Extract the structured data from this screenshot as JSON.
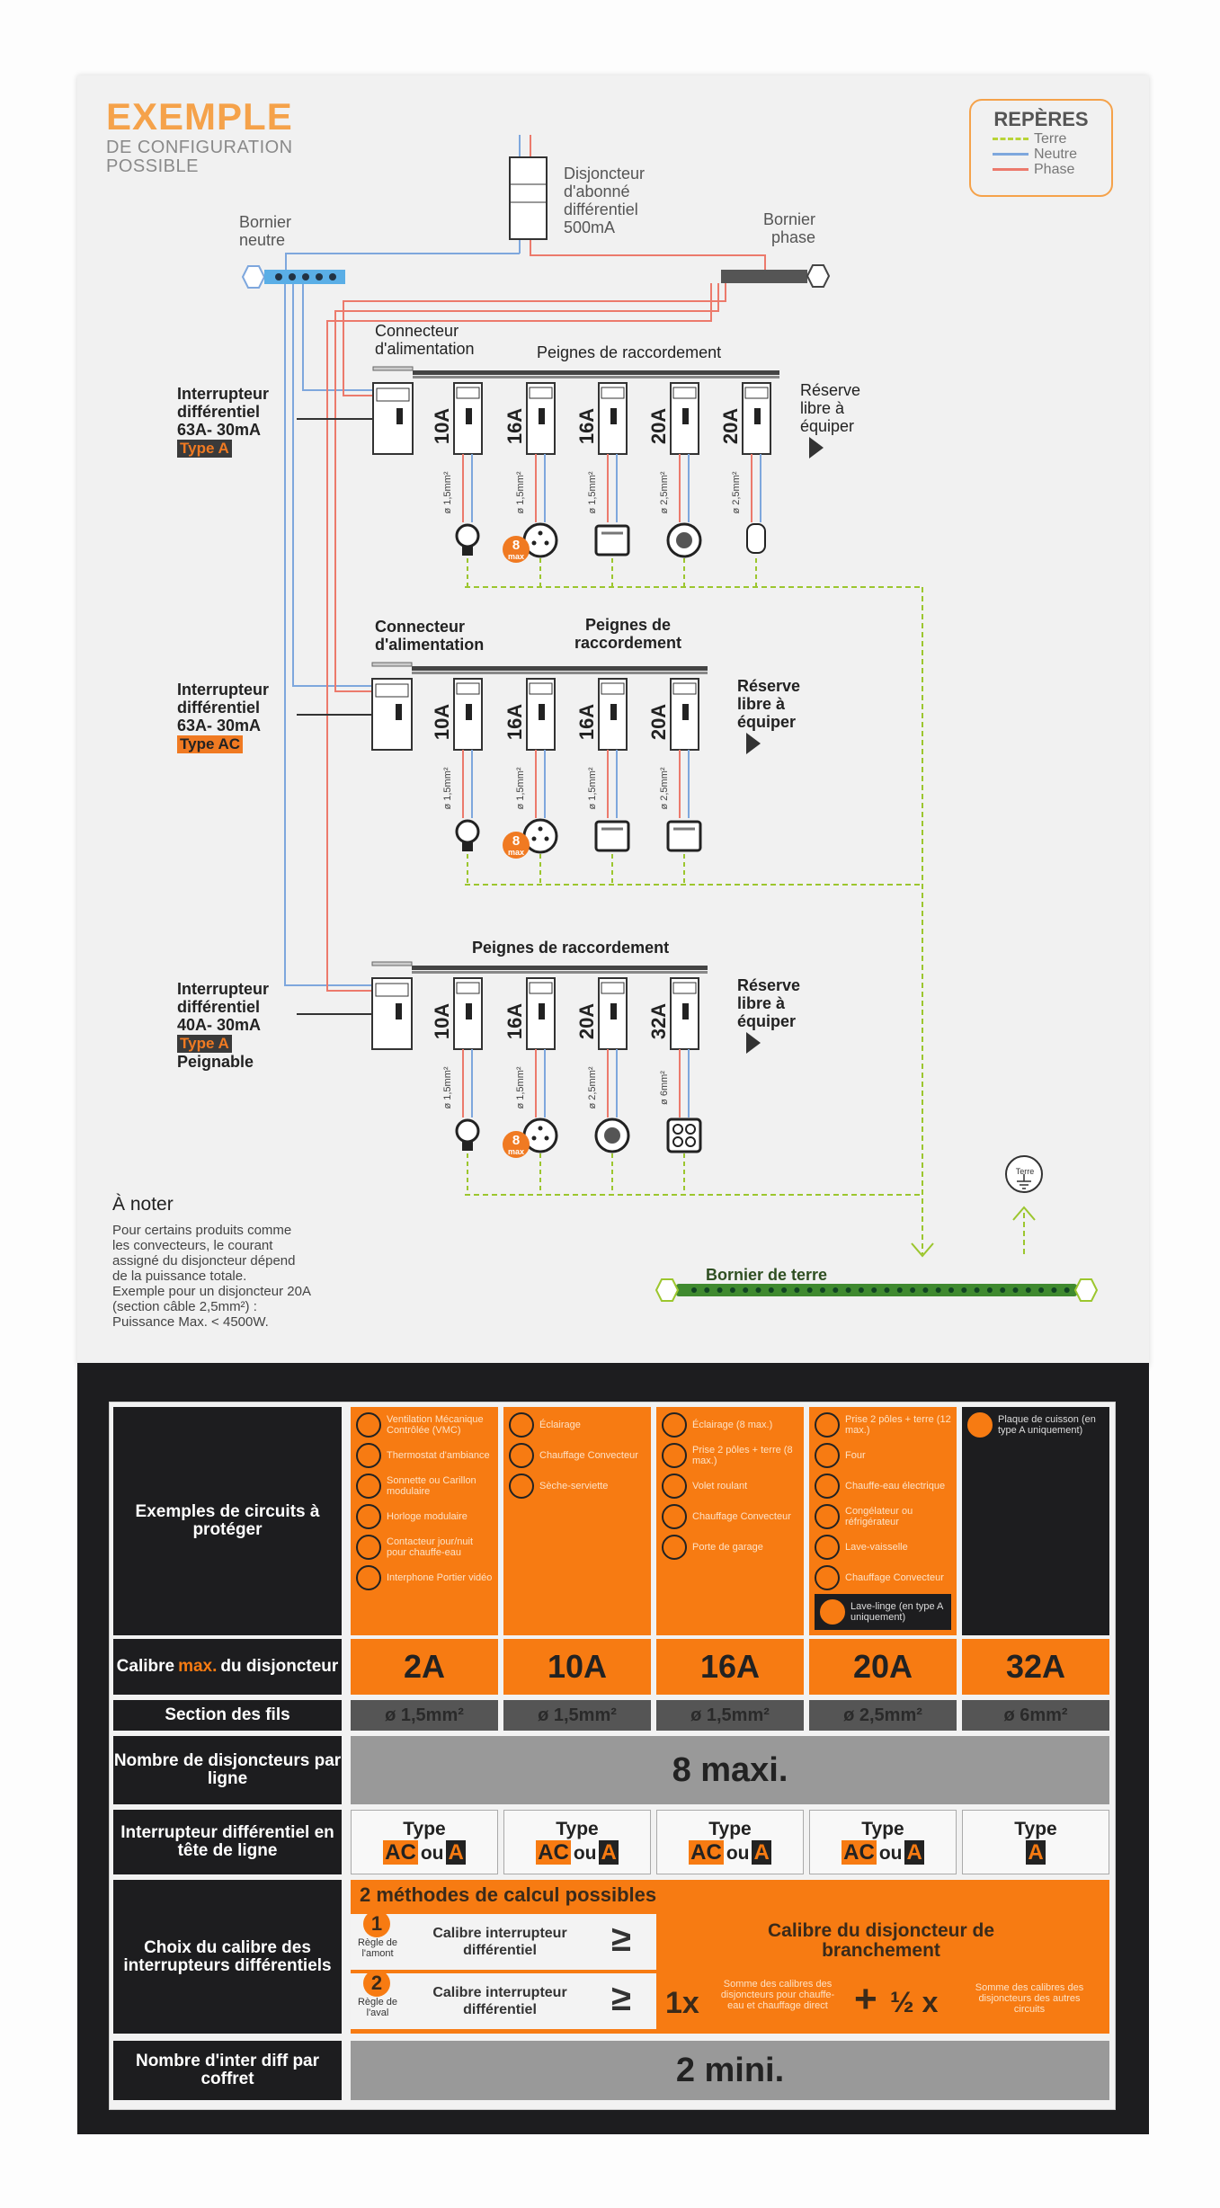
{
  "header": {
    "title": "EXEMPLE",
    "subtitle_lines": [
      "DE CONFIGURATION",
      "POSSIBLE"
    ]
  },
  "legend": {
    "title": "REPÈRES",
    "items": [
      {
        "label": "Terre",
        "color": "#b9d437"
      },
      {
        "label": "Neutre",
        "color": "#7ea7dd"
      },
      {
        "label": "Phase",
        "color": "#ec7a6c"
      }
    ]
  },
  "main_breaker": {
    "label_lines": [
      "Disjoncteur",
      "d'abonné",
      "différentiel",
      "500mA"
    ]
  },
  "bornier_neutre": {
    "label_lines": [
      "Bornier",
      "neutre"
    ]
  },
  "bornier_phase": {
    "label_lines": [
      "Bornier",
      "phase"
    ]
  },
  "bornier_terre": {
    "label": "Bornier de terre"
  },
  "terre_symbol": "Terre",
  "badge": {
    "number": "8",
    "text": "max"
  },
  "rows": [
    {
      "label_lines": [
        "Interrupteur",
        "différentiel",
        "63A- 30mA"
      ],
      "type": "Type A",
      "extra": "",
      "connector_lines": [
        "Connecteur",
        "d'alimentation"
      ],
      "peignes_lines": [
        "Peignes de raccordement"
      ],
      "reserve_lines": [
        "Réserve",
        "libre à",
        "équiper"
      ],
      "breakers": [
        {
          "rating": "10A",
          "wire": "ø 1,5mm²",
          "icon": "light-bulb"
        },
        {
          "rating": "16A",
          "wire": "ø 1,5mm²",
          "icon": "socket",
          "badge": true
        },
        {
          "rating": "16A",
          "wire": "ø 1,5mm²",
          "icon": "rolling-shutter"
        },
        {
          "rating": "20A",
          "wire": "ø 2,5mm²",
          "icon": "washing-machine"
        },
        {
          "rating": "20A",
          "wire": "ø 2,5mm²",
          "icon": "water-heater"
        }
      ]
    },
    {
      "label_lines": [
        "Interrupteur",
        "différentiel",
        "63A- 30mA"
      ],
      "type": "Type AC",
      "extra": "",
      "connector_lines": [
        "Connecteur",
        "d'alimentation"
      ],
      "peignes_lines": [
        "Peignes de",
        "raccordement"
      ],
      "reserve_lines": [
        "Réserve",
        "libre à",
        "équiper"
      ],
      "breakers": [
        {
          "rating": "10A",
          "wire": "ø 1,5mm²",
          "icon": "light-bulb"
        },
        {
          "rating": "16A",
          "wire": "ø 1,5mm²",
          "icon": "socket",
          "badge": true
        },
        {
          "rating": "16A",
          "wire": "ø 1,5mm²",
          "icon": "convector"
        },
        {
          "rating": "20A",
          "wire": "ø 2,5mm²",
          "icon": "oven"
        }
      ]
    },
    {
      "label_lines": [
        "Interrupteur",
        "différentiel",
        "40A- 30mA"
      ],
      "type": "Type A",
      "extra": "Peignable",
      "connector_lines": [],
      "peignes_lines": [
        "Peignes de raccordement"
      ],
      "reserve_lines": [
        "Réserve",
        "libre à",
        "équiper"
      ],
      "breakers": [
        {
          "rating": "10A",
          "wire": "ø 1,5mm²",
          "icon": "light-bulb"
        },
        {
          "rating": "16A",
          "wire": "ø 1,5mm²",
          "icon": "socket",
          "badge": true
        },
        {
          "rating": "20A",
          "wire": "ø 2,5mm²",
          "icon": "dishwasher"
        },
        {
          "rating": "32A",
          "wire": "ø 6mm²",
          "icon": "cooktop"
        }
      ]
    }
  ],
  "note": {
    "title": "À noter",
    "lines": [
      "Pour certains produits comme",
      "les convecteurs, le courant",
      "assigné du disjoncteur dépend",
      "de la puissance totale.",
      "Exemple pour un disjoncteur 20A",
      "(section câble 2,5mm²) :",
      "Puissance Max. < 4500W."
    ]
  },
  "table": {
    "row_labels": {
      "examples": "Exemples de circuits à protéger",
      "calibre_pre": "Calibre ",
      "calibre_hl": "max.",
      "calibre_post": " du disjoncteur",
      "section": "Section des fils",
      "nombre": "Nombre de disjoncteurs par ligne",
      "inter": "Interrupteur différentiel en tête de ligne",
      "choix": "Choix du calibre des interrupteurs différentiels",
      "nb_inter": "Nombre d'inter diff par coffret"
    },
    "columns": [
      {
        "examples": [
          {
            "icon": "fan",
            "text": "Ventilation Mécanique Contrôlée (VMC)"
          },
          {
            "icon": "thermostat",
            "text": "Thermostat d'ambiance"
          },
          {
            "icon": "bell",
            "text": "Sonnette ou Carillon modulaire"
          },
          {
            "icon": "clock",
            "text": "Horloge modulaire"
          },
          {
            "icon": "day-night",
            "text": "Contacteur jour/nuit pour chauffe-eau"
          },
          {
            "icon": "intercom",
            "text": "Interphone Portier vidéo"
          }
        ],
        "dark_examples": [],
        "calibre": "2A",
        "section": "ø 1,5mm²",
        "type_options": [
          "AC",
          "A"
        ]
      },
      {
        "examples": [
          {
            "icon": "light-bulb",
            "text": "Éclairage"
          },
          {
            "icon": "convector",
            "text": "Chauffage Convecteur"
          },
          {
            "icon": "towel-dryer",
            "text": "Sèche-serviette"
          }
        ],
        "dark_examples": [],
        "calibre": "10A",
        "section": "ø 1,5mm²",
        "type_options": [
          "AC",
          "A"
        ]
      },
      {
        "examples": [
          {
            "icon": "light-bulb",
            "text": "Éclairage (8 max.)"
          },
          {
            "icon": "socket",
            "text": "Prise 2 pôles + terre (8 max.)"
          },
          {
            "icon": "rolling-shutter",
            "text": "Volet roulant"
          },
          {
            "icon": "convector",
            "text": "Chauffage Convecteur"
          },
          {
            "icon": "garage-door",
            "text": "Porte de garage"
          }
        ],
        "dark_examples": [],
        "calibre": "16A",
        "section": "ø 1,5mm²",
        "type_options": [
          "AC",
          "A"
        ]
      },
      {
        "examples": [
          {
            "icon": "socket",
            "text": "Prise 2 pôles + terre (12 max.)"
          },
          {
            "icon": "oven",
            "text": "Four"
          },
          {
            "icon": "water-heater",
            "text": "Chauffe-eau électrique"
          },
          {
            "icon": "fridge",
            "text": "Congélateur ou réfrigérateur"
          },
          {
            "icon": "dishwasher",
            "text": "Lave-vaisselle"
          },
          {
            "icon": "convector",
            "text": "Chauffage Convecteur"
          }
        ],
        "dark_examples": [
          {
            "icon": "washing-machine",
            "text": "Lave-linge (en type A uniquement)"
          }
        ],
        "calibre": "20A",
        "section": "ø 2,5mm²",
        "type_options": [
          "AC",
          "A"
        ]
      },
      {
        "examples": [],
        "dark_examples": [
          {
            "icon": "cooktop",
            "text": "Plaque de cuisson (en type A uniquement)"
          }
        ],
        "calibre": "32A",
        "section": "ø 6mm²",
        "type_options": [
          "A"
        ]
      }
    ],
    "type_word": "Type",
    "ou": "ou",
    "nombre_value": "8 maxi.",
    "choix": {
      "header": "2 méthodes de calcul possibles",
      "rule1": {
        "num": "1",
        "name": "Règle de l'amont",
        "lhs": "Calibre interrupteur différentiel",
        "op": "≥",
        "rhs": "Calibre du disjoncteur de branchement"
      },
      "rule2": {
        "num": "2",
        "name": "Règle de l'aval",
        "lhs": "Calibre interrupteur différentiel",
        "op": "≥",
        "k1": "1x",
        "t1": "Somme des calibres des disjoncteurs pour chauffe-eau et chauffage direct",
        "plus": "+",
        "k2": "½ x",
        "t2": "Somme des calibres des disjoncteurs des autres circuits"
      }
    },
    "nb_inter_value": "2 mini."
  }
}
